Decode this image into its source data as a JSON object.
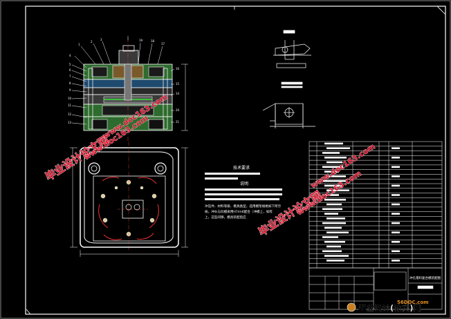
{
  "drawing": {
    "tech_req_title": "技术要求",
    "notes_title": "说明",
    "notes_line1": "冲压件、材料等级、模具类型，选用模架规格如下所示",
    "notes_line2": "按，冲头与凹模采用H7/m6配合（冲模上，如有",
    "notes_line3": "上，这些间隙，模具装配后应",
    "title_block_caption": "冲孔落料复合模装配图"
  },
  "watermarks": {
    "cn": "毕业设计论文网",
    "url": "www.doc163.com"
  },
  "footer": {
    "logo_site": "56DOC.com",
    "logo_text": "毕业设计(论文)网"
  }
}
